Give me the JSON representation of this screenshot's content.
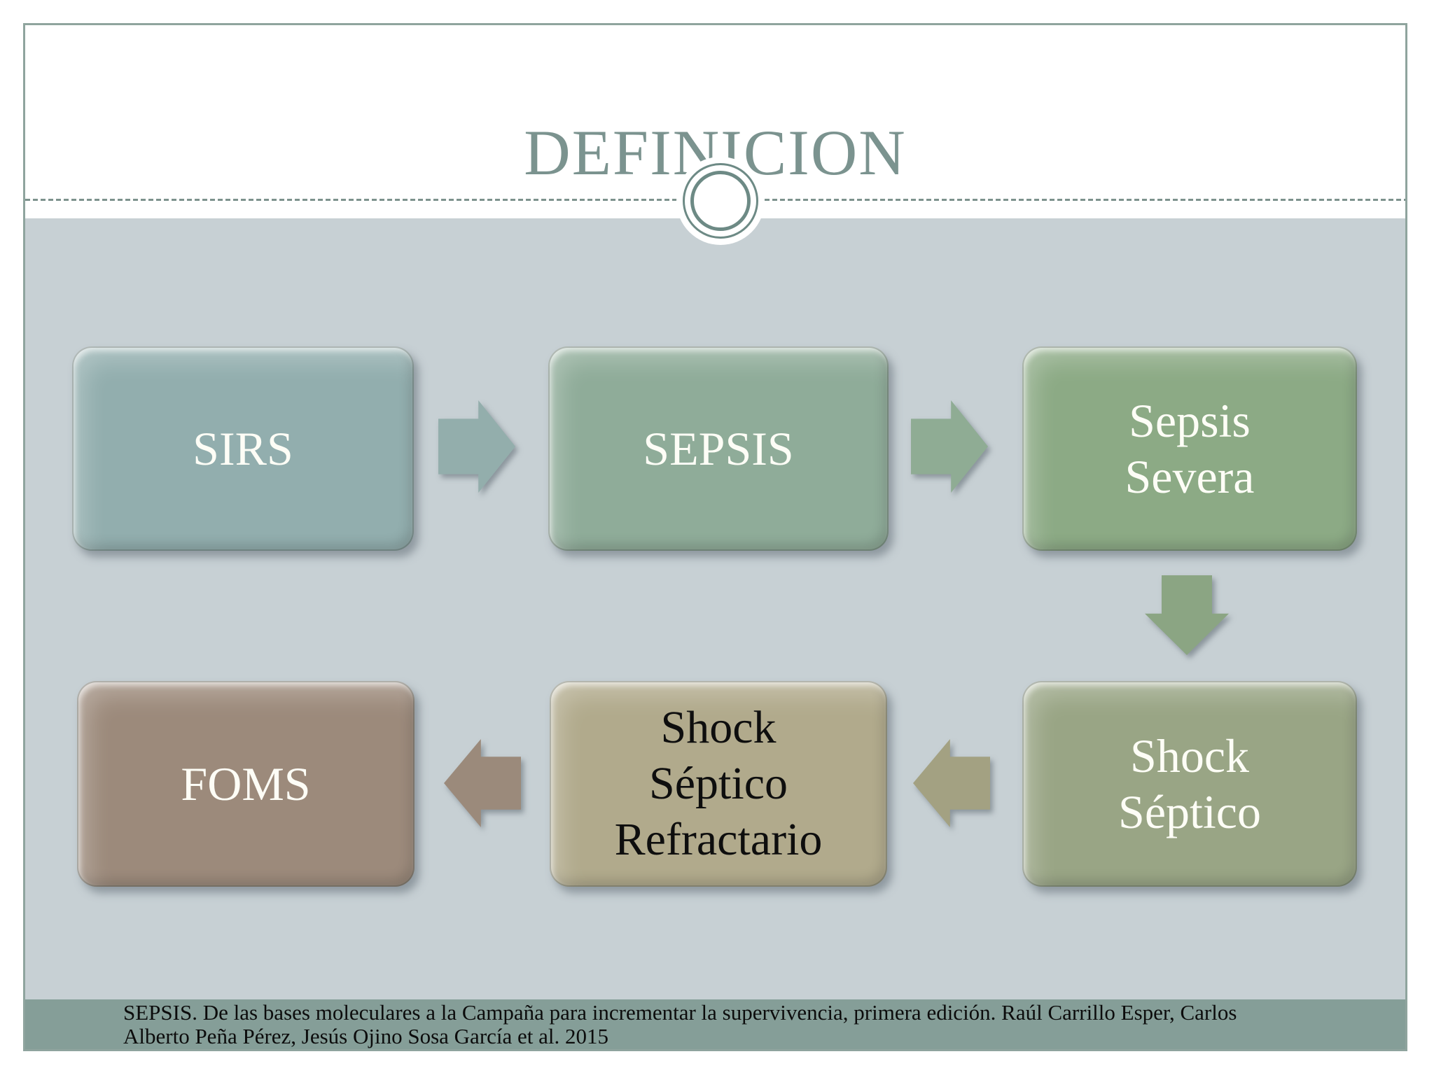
{
  "slide": {
    "title": "DEFINICION",
    "citation": {
      "line1": "SEPSIS. De las bases moleculares a la Campaña para incrementar la supervivencia, primera edición. Raúl Carrillo Esper, Carlos",
      "line2": "Alberto Peña Pérez, Jesús Ojino Sosa García et al. 2015"
    }
  },
  "colors": {
    "page_bg": "#ffffff",
    "frame_border": "#8fa49e",
    "content_bg": "#c7d0d4",
    "citation_band": "#859e98",
    "title_text": "#7b938f",
    "divider": "#7d928d",
    "ornament_ring": "#6d8a85",
    "node_text_light": "#fdfdf6",
    "node_text_dark": "#0e0e0e"
  },
  "diagram": {
    "nodes": [
      {
        "id": "sirs",
        "lines": [
          "SIRS"
        ],
        "fill": "#92aeae"
      },
      {
        "id": "sepsis",
        "lines": [
          "SEPSIS"
        ],
        "fill": "#8fac99"
      },
      {
        "id": "sepsis-severa",
        "lines": [
          "Sepsis",
          "Severa"
        ],
        "fill": "#8caa85"
      },
      {
        "id": "shock-septico",
        "lines": [
          "Shock",
          "Séptico"
        ],
        "fill": "#99a585"
      },
      {
        "id": "shock-septico-refractario",
        "lines": [
          "Shock",
          "Séptico",
          "Refractario"
        ],
        "fill": "#b1aa8c"
      },
      {
        "id": "foms",
        "lines": [
          "FOMS"
        ],
        "fill": "#9c8a7b"
      }
    ],
    "arrows": [
      {
        "id": "sirs-to-sepsis",
        "direction": "right",
        "fill": "#93aeac"
      },
      {
        "id": "sepsis-to-sepsis-severa",
        "direction": "right",
        "fill": "#8fac94"
      },
      {
        "id": "sepsis-severa-to-shock-septico",
        "direction": "down",
        "fill": "#8ba583"
      },
      {
        "id": "shock-septico-to-refractario",
        "direction": "left",
        "fill": "#a3a182"
      },
      {
        "id": "refractario-to-foms",
        "direction": "left",
        "fill": "#9b8a7b"
      }
    ]
  }
}
